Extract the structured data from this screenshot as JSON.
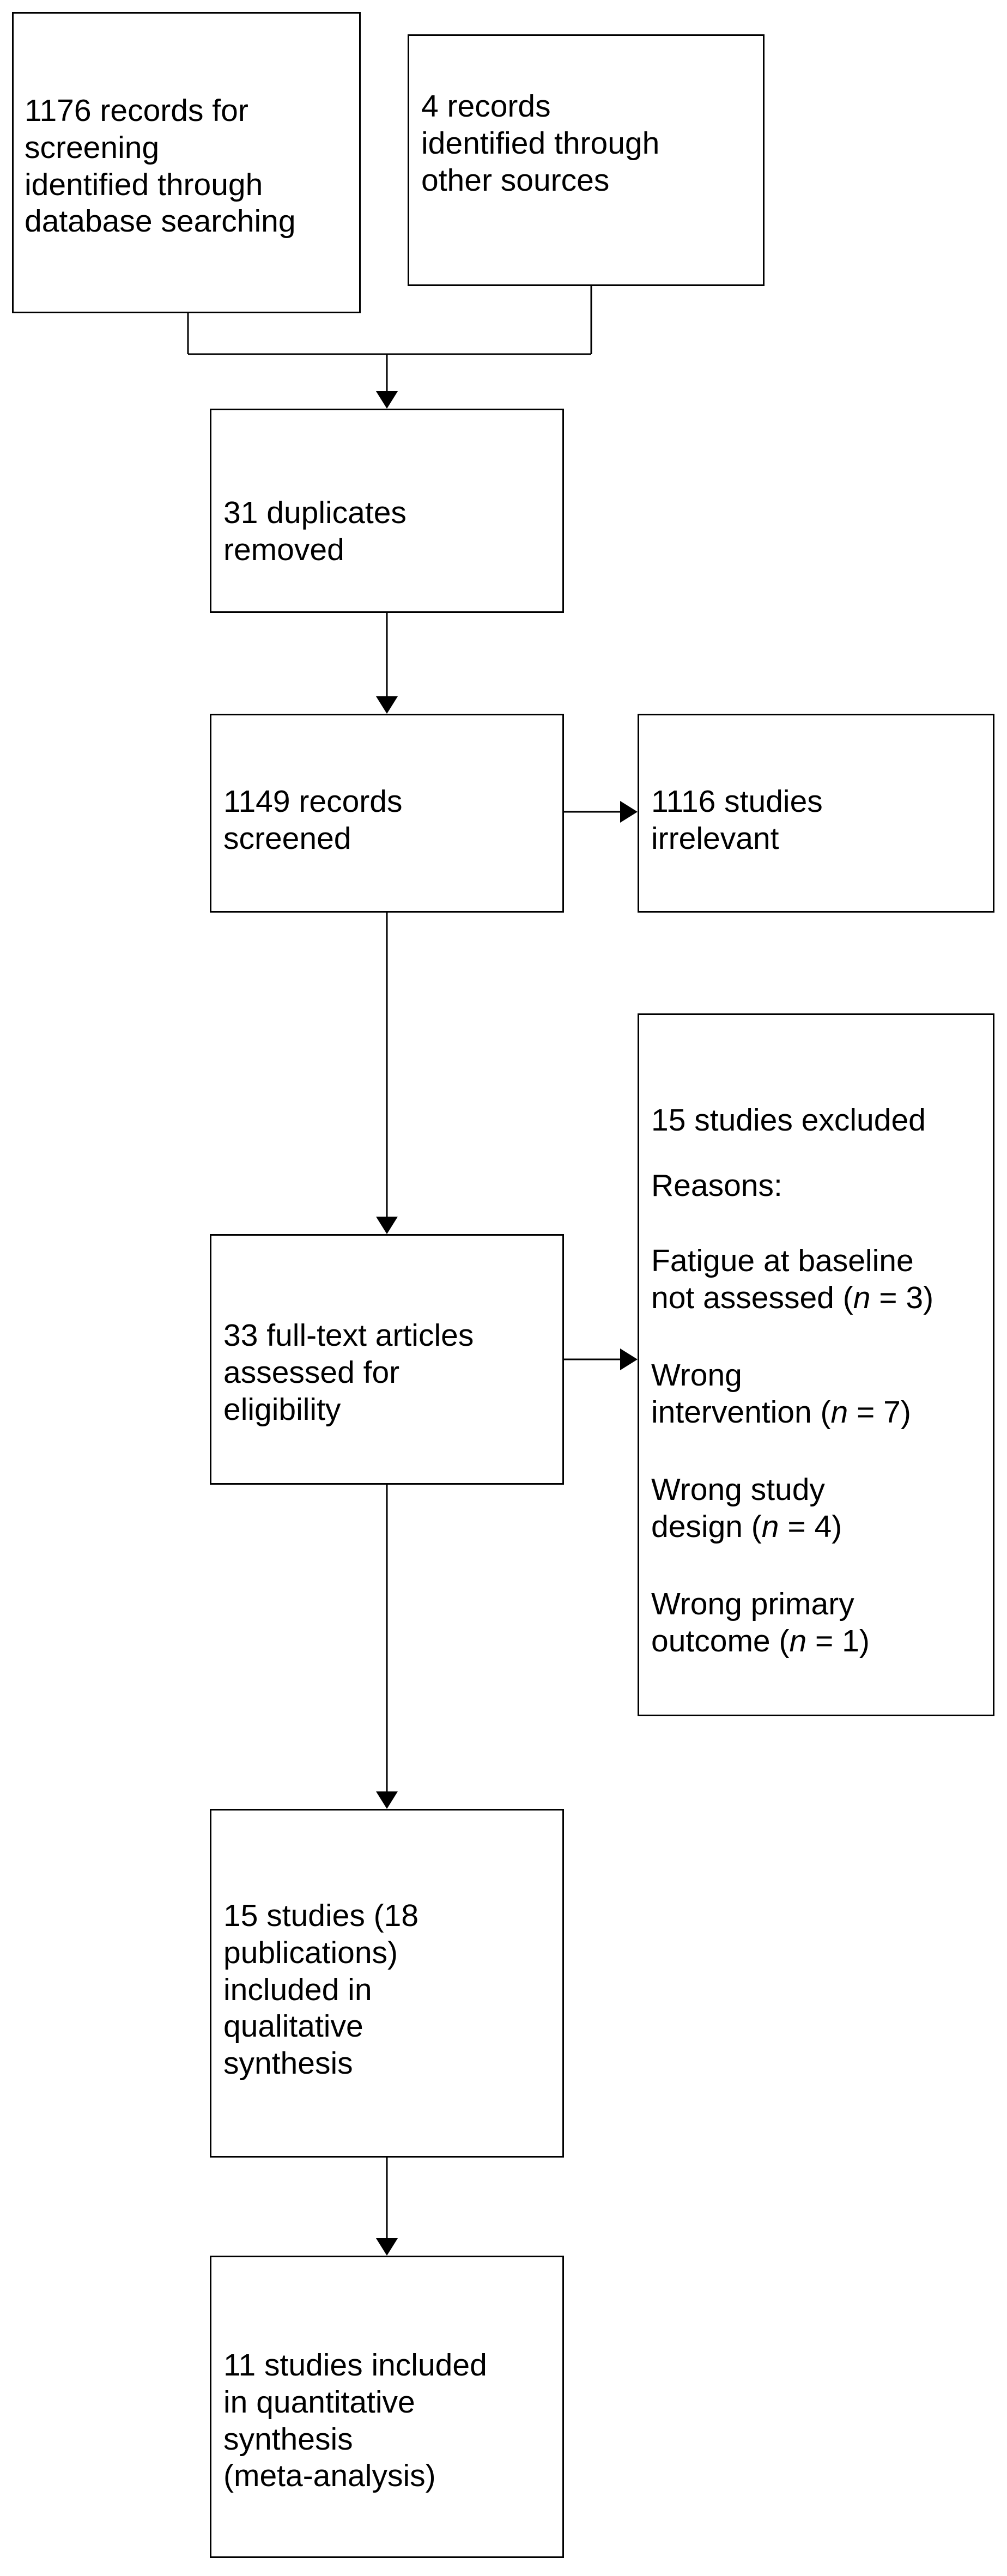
{
  "flowchart": {
    "identification": {
      "database_records": "1176 records for\nscreening\nidentified through\ndatabase searching",
      "other_sources": "4 records\nidentified through\nother sources"
    },
    "duplicates_removed": "31 duplicates\nremoved",
    "records_screened": "1149 records\nscreened",
    "irrelevant": "1116 studies\nirrelevant",
    "full_text": "33 full-text articles\nassessed for\neligibility",
    "excluded": {
      "heading": "15 studies excluded",
      "reasons_label": "Reasons:",
      "reasons": [
        {
          "text": "Fatigue at baseline\nnot assessed (",
          "n_symbol": "n",
          "count": " = 3)"
        },
        {
          "text": "Wrong\nintervention (",
          "n_symbol": "n",
          "count": " = 7)"
        },
        {
          "text": "Wrong study\ndesign (",
          "n_symbol": "n",
          "count": " = 4)"
        },
        {
          "text": "Wrong primary\noutcome (",
          "n_symbol": "n",
          "count": " = 1)"
        }
      ]
    },
    "qualitative": "15 studies (18\npublications)\nincluded in\nqualitative\nsynthesis",
    "quantitative": "11 studies included\nin quantitative\nsynthesis\n(meta-analysis)"
  }
}
